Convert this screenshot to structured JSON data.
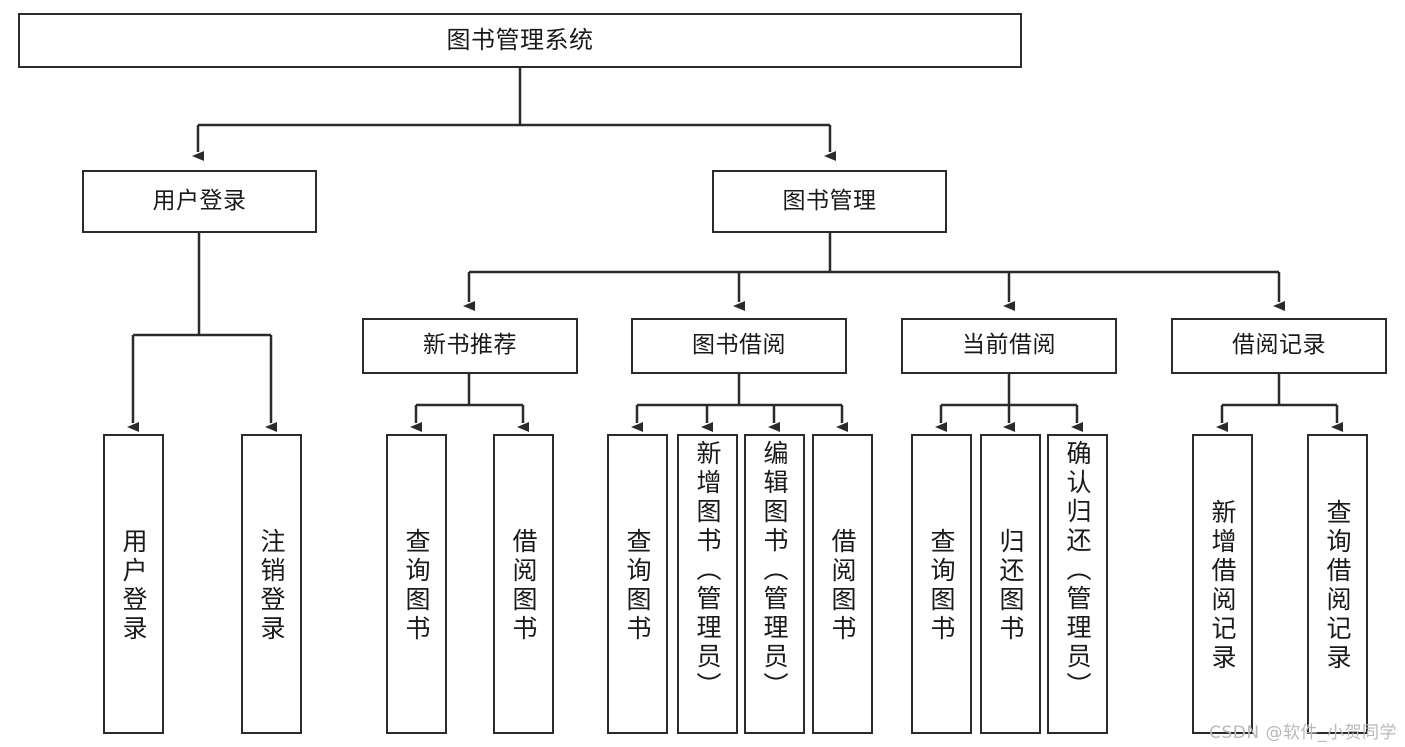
{
  "diagram": {
    "type": "tree",
    "title": "图书管理系统",
    "orientation": "top-down",
    "colors": {
      "stroke": "#2b2b2b",
      "fill": "#ffffff",
      "text": "#1a1a1a",
      "watermark": "#b9b9b9"
    },
    "root": {
      "label": "图书管理系统"
    },
    "level2": [
      {
        "label": "用户登录"
      },
      {
        "label": "图书管理"
      }
    ],
    "level3": [
      {
        "label": "新书推荐"
      },
      {
        "label": "图书借阅"
      },
      {
        "label": "当前借阅"
      },
      {
        "label": "借阅记录"
      }
    ],
    "leaves": {
      "user_login": [
        {
          "label": "用户登录"
        },
        {
          "label": "注销登录"
        }
      ],
      "new_book": [
        {
          "label": "查询图书"
        },
        {
          "label": "借阅图书"
        }
      ],
      "borrow_book": [
        {
          "label": "查询图书"
        },
        {
          "label": "新增图书（管理员）"
        },
        {
          "label": "编辑图书（管理员）"
        },
        {
          "label": "借阅图书"
        }
      ],
      "current_borrow": [
        {
          "label": "查询图书"
        },
        {
          "label": "归还图书"
        },
        {
          "label": "确认归还（管理员）"
        }
      ],
      "borrow_record": [
        {
          "label": "新增借阅记录"
        },
        {
          "label": "查询借阅记录"
        }
      ]
    }
  },
  "watermark": {
    "text": "CSDN @软件_小贺同学"
  }
}
